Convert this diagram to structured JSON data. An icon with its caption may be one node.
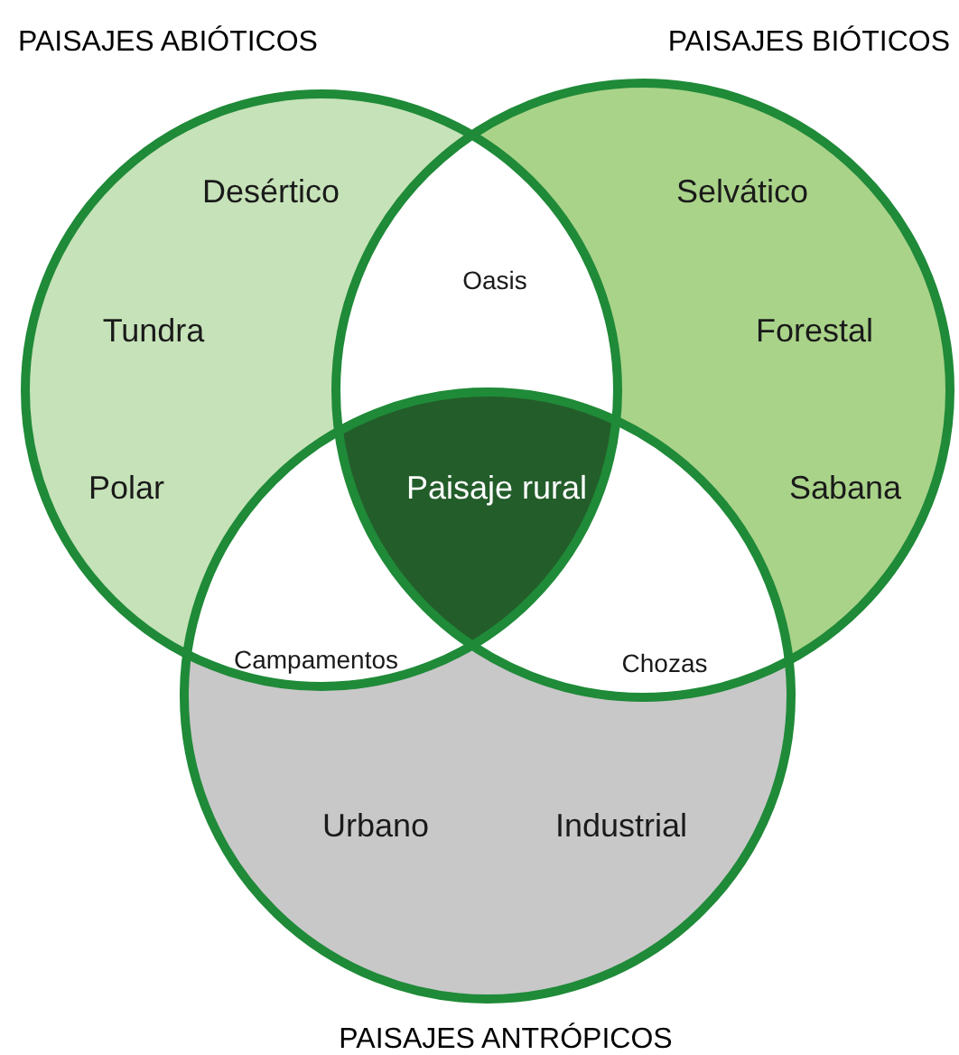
{
  "diagram": {
    "nodes": [
      {
        "text": [
          "PAISAJES ABIÓTICOS",
          "Desértico",
          "Tundra",
          "Polar"
        ]
      },
      {
        "text": [
          "PAISAJES BIÓTICOS",
          "Selvático",
          "Forestal",
          "Sabana"
        ]
      },
      {
        "text": [
          "Urbano",
          "Industrial",
          "PAISAJES ANTRÓPICOS"
        ]
      },
      {
        "text": [
          "Oasis"
        ]
      },
      {
        "text": [
          "Campamentos"
        ]
      },
      {
        "text": [
          "Chozas"
        ]
      },
      {
        "text": [
          "Paisaje rural"
        ]
      }
    ]
  }
}
